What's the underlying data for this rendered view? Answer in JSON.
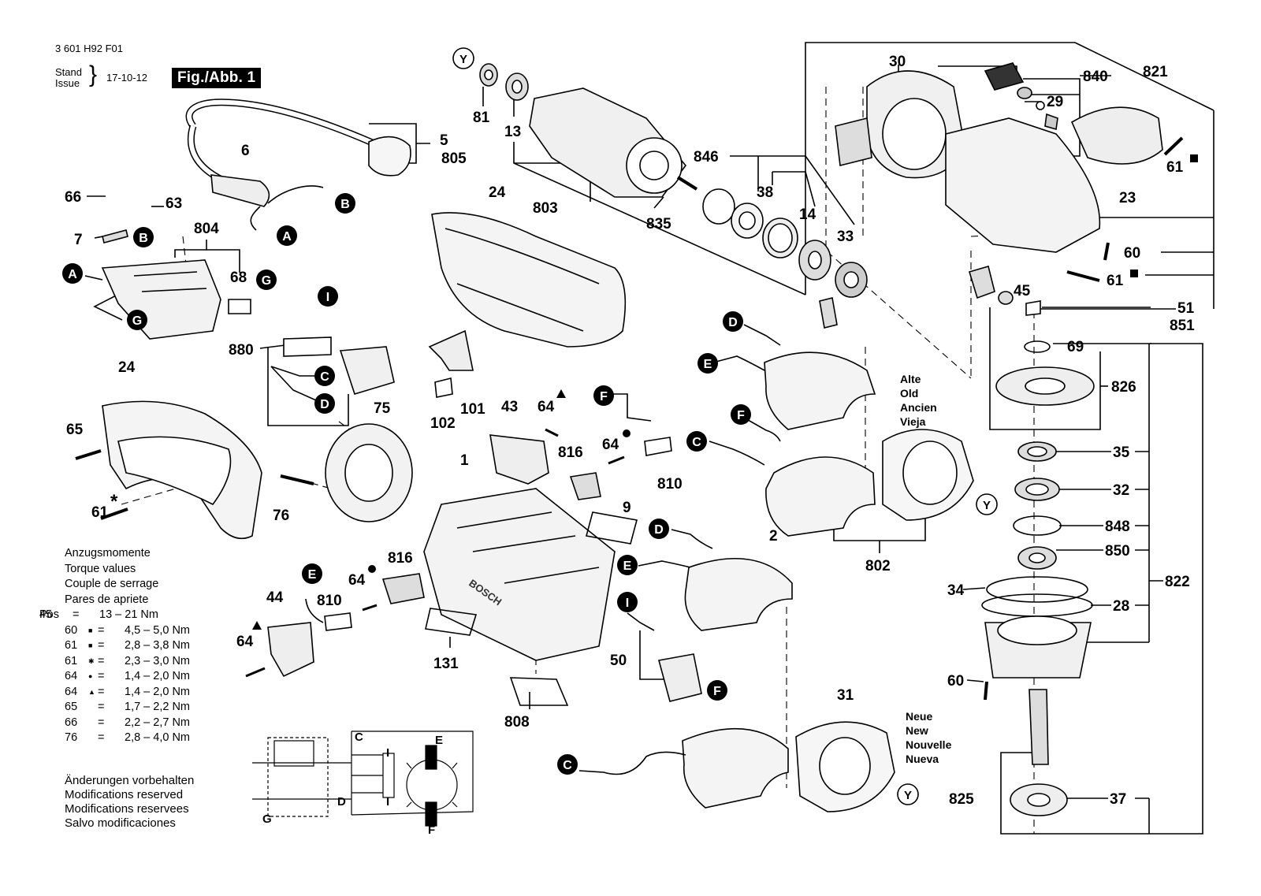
{
  "header": {
    "doc_number": "3 601 H92 F01",
    "stand_label": "Stand",
    "issue_label": "Issue",
    "date": "17-10-12",
    "figure_title": "Fig./Abb. 1"
  },
  "torque": {
    "heading": [
      "Anzugsmomente",
      "Torque values",
      "Couple de serrage",
      "Pares de apriete"
    ],
    "pos_label": "Pos",
    "rows": [
      {
        "pos": "45",
        "sym": "",
        "val": "13 – 21 Nm"
      },
      {
        "pos": "60",
        "sym": "■",
        "val": "4,5 – 5,0 Nm"
      },
      {
        "pos": "61",
        "sym": "■",
        "val": "2,8 – 3,8 Nm"
      },
      {
        "pos": "61",
        "sym": "✱",
        "val": "2,3 – 3,0 Nm"
      },
      {
        "pos": "64",
        "sym": "●",
        "val": "1,4 – 2,0 Nm"
      },
      {
        "pos": "64",
        "sym": "▲",
        "val": "1,4 – 2,0 Nm"
      },
      {
        "pos": "65",
        "sym": "",
        "val": "1,7 – 2,2 Nm"
      },
      {
        "pos": "66",
        "sym": "",
        "val": "2,2 – 2,7 Nm"
      },
      {
        "pos": "76",
        "sym": "",
        "val": "2,8 – 4,0 Nm"
      }
    ],
    "eq": "="
  },
  "legend": [
    "Änderungen vorbehalten",
    "Modifications reserved",
    "Modifications reservees",
    "Salvo modificaciones"
  ],
  "version_labels": {
    "old": [
      "Alte",
      "Old",
      "Ancien",
      "Vieja"
    ],
    "new": [
      "Neue",
      "New",
      "Nouvelle",
      "Nueva"
    ]
  },
  "part_labels": {
    "p81": "81",
    "p13": "13",
    "p803": "803",
    "p835": "835",
    "p846": "846",
    "p38": "38",
    "p14": "14",
    "p33": "33",
    "p30": "30",
    "p840": "840",
    "p821": "821",
    "p29": "29",
    "p61a": "61",
    "p23": "23",
    "p60a": "60",
    "p61b": "61",
    "p45": "45",
    "p51": "51",
    "p851": "851",
    "p69": "69",
    "p826": "826",
    "p35": "35",
    "p32": "32",
    "p848": "848",
    "p850": "850",
    "p34": "34",
    "p822": "822",
    "p28": "28",
    "p60b": "60",
    "p825": "825",
    "p37": "37",
    "p5": "5",
    "p805": "805",
    "p6": "6",
    "p66": "66",
    "p63": "63",
    "p804": "804",
    "p7": "7",
    "p68": "68",
    "p880": "880",
    "p24a": "24",
    "p24b": "24",
    "p102": "102",
    "p101": "101",
    "p65": "65",
    "p61c": "61",
    "p76": "76",
    "p75": "75",
    "p43": "43",
    "p64a": "64",
    "p816a": "816",
    "p64b": "64",
    "p810a": "810",
    "p9": "9",
    "p1": "1",
    "p816b": "816",
    "p64c": "64",
    "p810b": "810",
    "p44": "44",
    "p64d": "64",
    "p131": "131",
    "p808": "808",
    "p50": "50",
    "p802": "802",
    "p2": "2",
    "p31": "31",
    "brand": "BOSCH"
  },
  "markers": {
    "Y": "Y",
    "A": "A",
    "B": "B",
    "C": "C",
    "D": "D",
    "E": "E",
    "F": "F",
    "G": "G",
    "I": "I"
  },
  "schematic": {
    "C": "C",
    "D": "D",
    "E": "E",
    "F": "F",
    "G": "G",
    "I": "I"
  }
}
